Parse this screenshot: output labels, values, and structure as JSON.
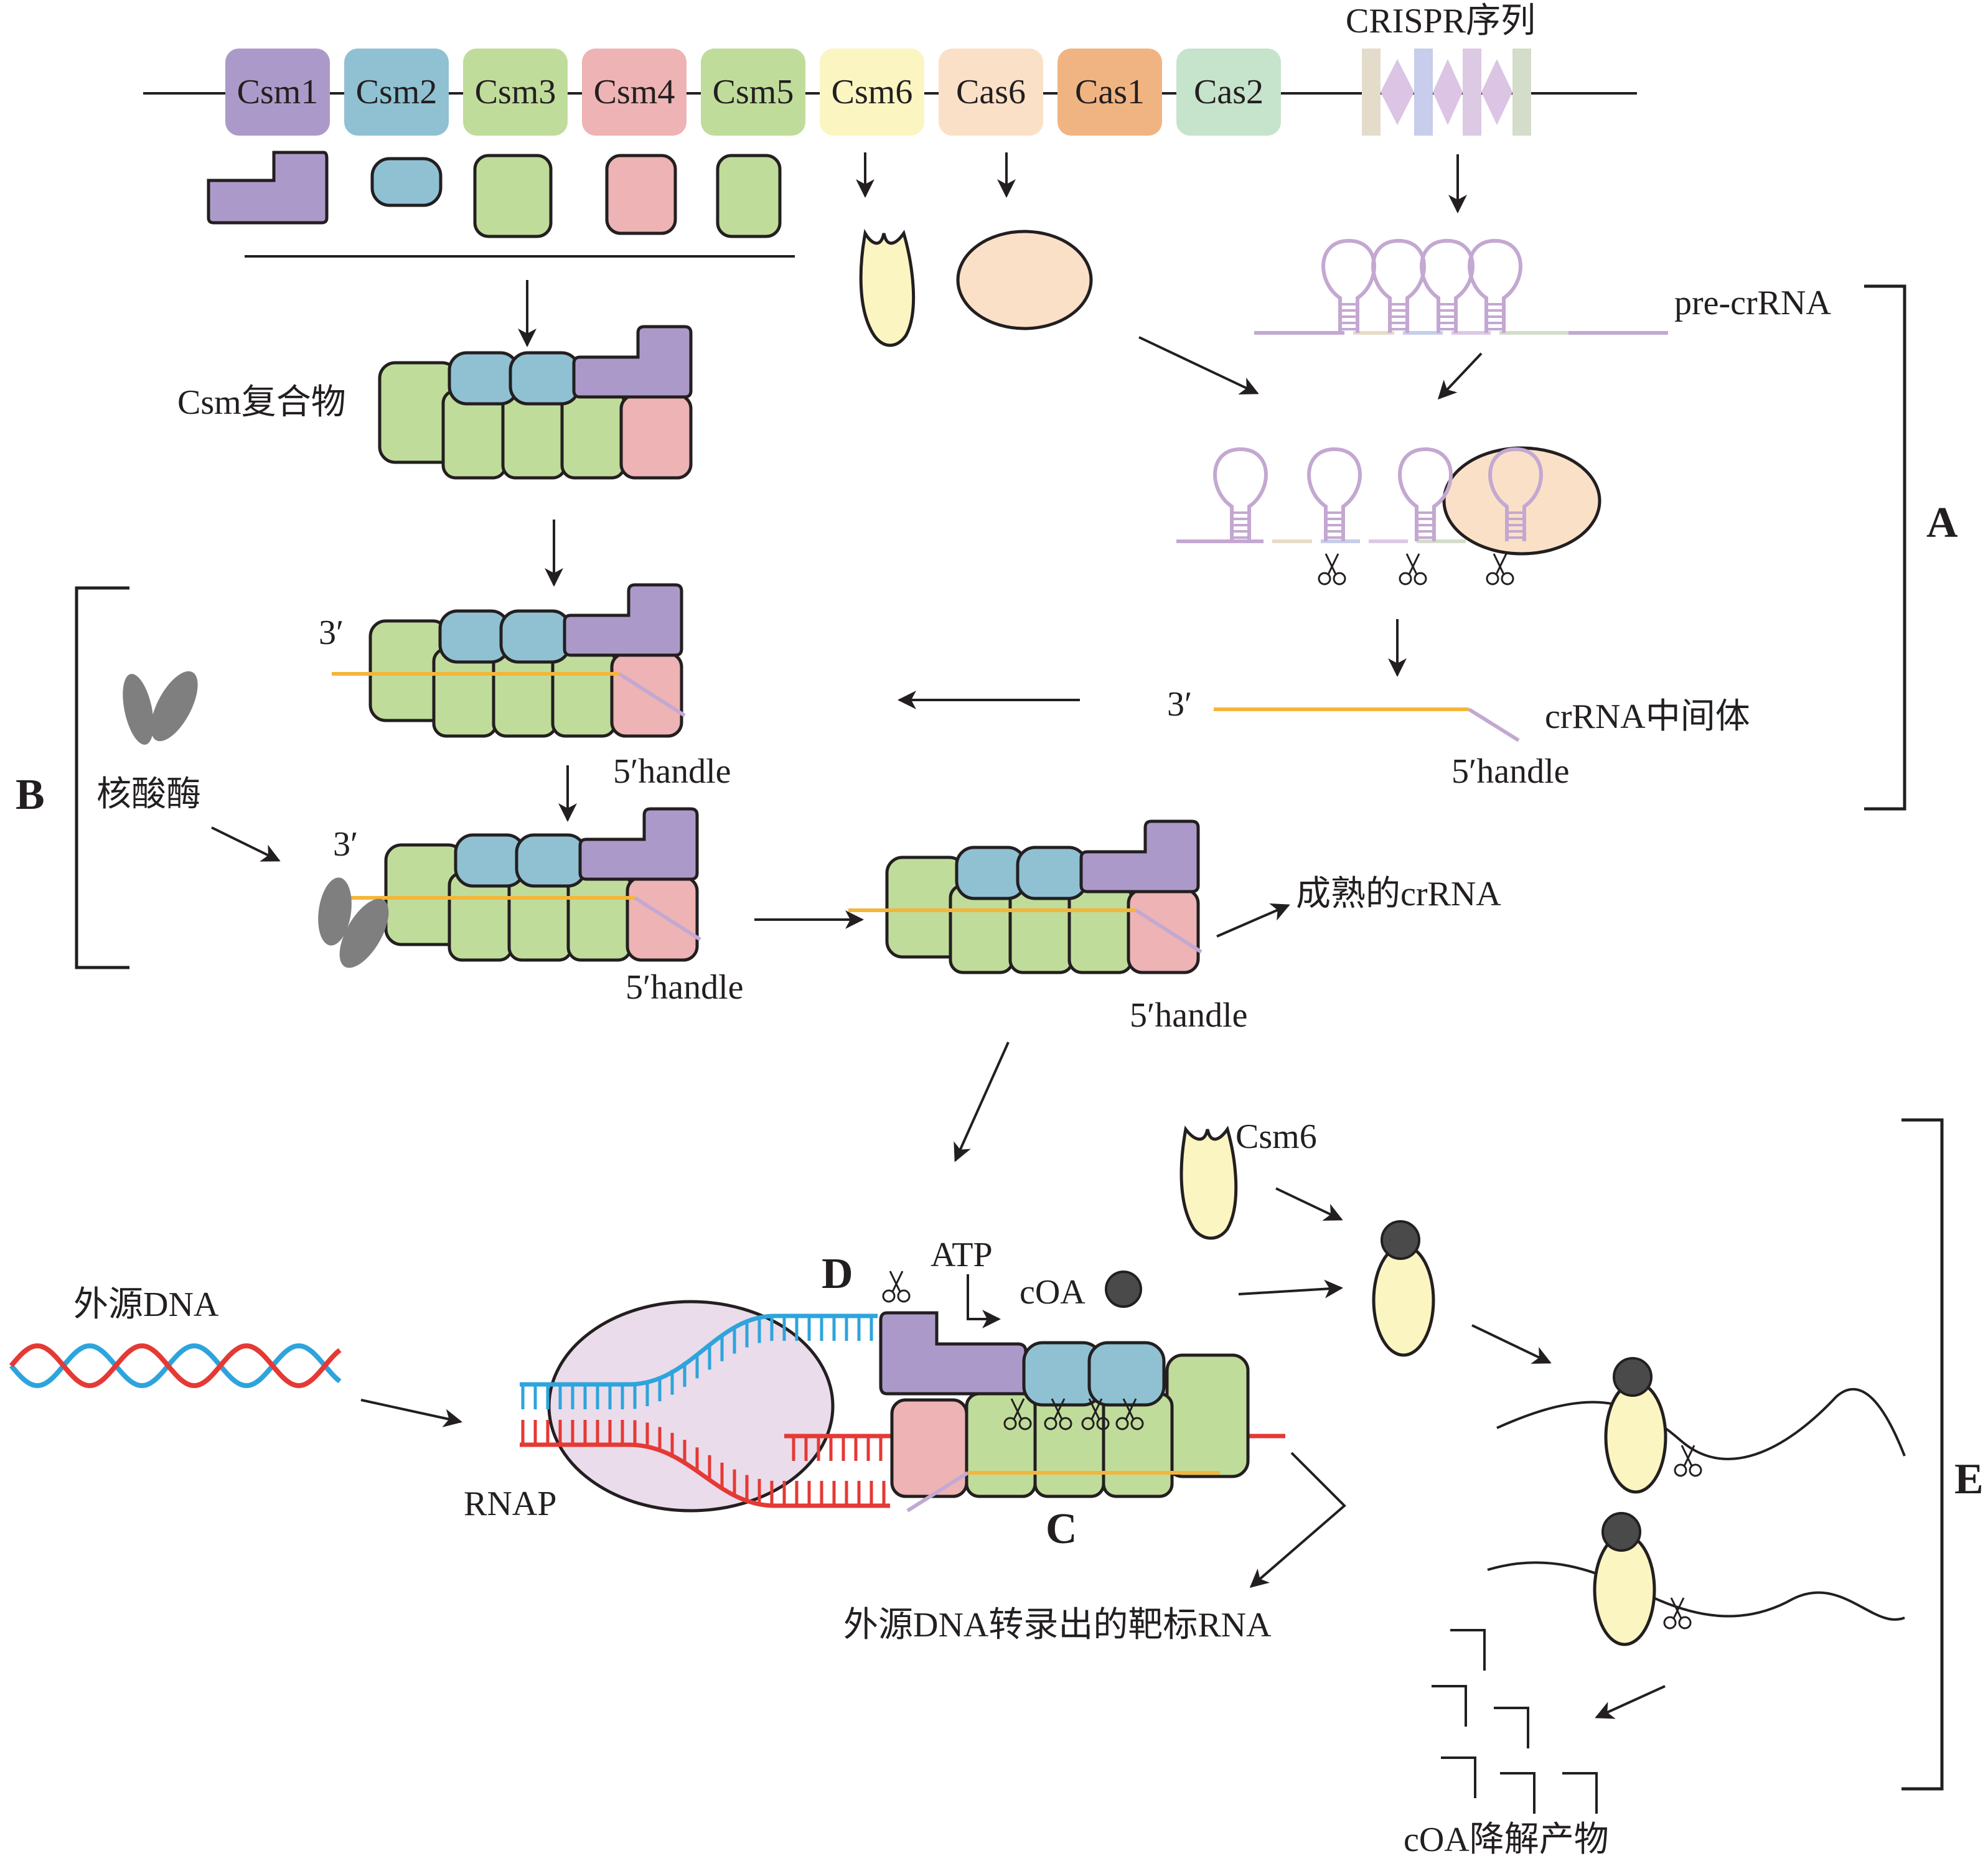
{
  "gene_cluster": [
    {
      "name": "Csm1",
      "color": "#ab9ac9"
    },
    {
      "name": "Csm2",
      "color": "#8fc1d3"
    },
    {
      "name": "Csm3",
      "color": "#c0dc9b"
    },
    {
      "name": "Csm4",
      "color": "#eeb3b4"
    },
    {
      "name": "Csm5",
      "color": "#c0dc9b"
    },
    {
      "name": "Csm6",
      "color": "#fbf5c2"
    },
    {
      "name": "Cas6",
      "color": "#fbe0c8"
    },
    {
      "name": "Cas1",
      "color": "#f0b483"
    },
    {
      "name": "Cas2",
      "color": "#c6e3cc"
    }
  ],
  "labels": {
    "crispr_array": "CRISPR序列",
    "pre_crrna": "pre-crRNA",
    "csm_complex": "Csm复合物",
    "three_prime": "3′",
    "five_handle": "5′handle",
    "crrna_intermediate": "crRNA中间体",
    "nuclease": "核酸酶",
    "mature_crrna": "成熟的crRNA",
    "foreign_dna": "外源DNA",
    "rnap": "RNAP",
    "atp": "ATP",
    "coa": "cOA",
    "csm6": "Csm6",
    "target_rna": "外源DNA转录出的靶标RNA",
    "coa_products": "cOA降解产物"
  },
  "panels": {
    "A": "A",
    "B": "B",
    "C": "C",
    "D": "D",
    "E": "E"
  },
  "colors": {
    "csm1": "#ab9ac9",
    "csm2": "#8fc1d3",
    "csm3": "#c0dc9b",
    "csm4": "#eeb3b4",
    "csm6": "#fbf5c2",
    "cas6": "#fbe0c8",
    "crrna": "#f4b63a",
    "handle": "#c3a8d1",
    "nuclease": "#7f7f7f",
    "dna_blue": "#2ea4dc",
    "dna_red": "#e53935",
    "rnap": "#eadcea",
    "coa": "#4a4a4a"
  }
}
